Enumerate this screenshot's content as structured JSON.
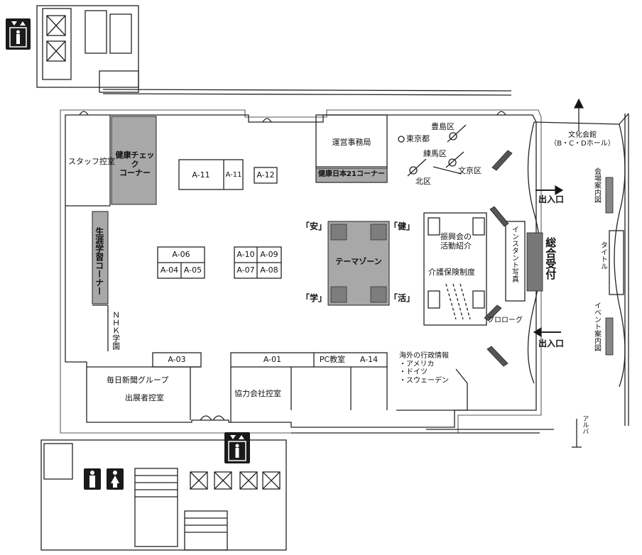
{
  "labels": {
    "staff_room": "スタッフ控室",
    "health_check": "健康チェック\nコーナー",
    "a11a": "A-11",
    "a11b": "A-11",
    "a12": "A-12",
    "office": "運営事務局",
    "health21": "健康日本21コーナー",
    "tokyo": "東京都",
    "toshima": "豊島区",
    "nerima": "練馬区",
    "bunkyo": "文京区",
    "kita": "北区",
    "bunka_kaikan": "文化会館\n（B・C・Dホール）",
    "kaijo_annai": "会場案内図",
    "entrance_top": "出入口",
    "entrance_bottom": "出入口",
    "reception": "総合受付",
    "instant_photo": "インスタント写真",
    "title_board": "タイトル",
    "event_annai": "イベント案内図",
    "prologue": "プロローグ",
    "shogai": "生涯学習コーナー",
    "nhk": "ＮＨＫ学園",
    "a06": "A-06",
    "a04": "A-04",
    "a05": "A-05",
    "a10": "A-10",
    "a09": "A-09",
    "a07": "A-07",
    "a08": "A-08",
    "an": "「安」",
    "ken": "「健」",
    "gaku": "「学」",
    "katsu": "「活」",
    "theme_zone": "テーマゾーン",
    "shinkokai": "振興会の\n活動紹介",
    "kaigo": "介護保険制度",
    "a03": "A-03",
    "mainichi": "毎日新聞グループ",
    "exhibitor_room": "出展者控室",
    "a01": "A-01",
    "pc_room": "PC教室",
    "a14": "A-14",
    "kyoryoku": "協力会社控室",
    "overseas": "海外の行政情報\n・アメリカ\n・ドイツ\n・スウェーデン",
    "aruba": "アルバ"
  },
  "icons": {
    "elevator_top": "elevator-icon",
    "elevator_bottom": "elevator-icon",
    "restroom_male": "restroom-male-icon",
    "restroom_female": "restroom-female-icon"
  }
}
